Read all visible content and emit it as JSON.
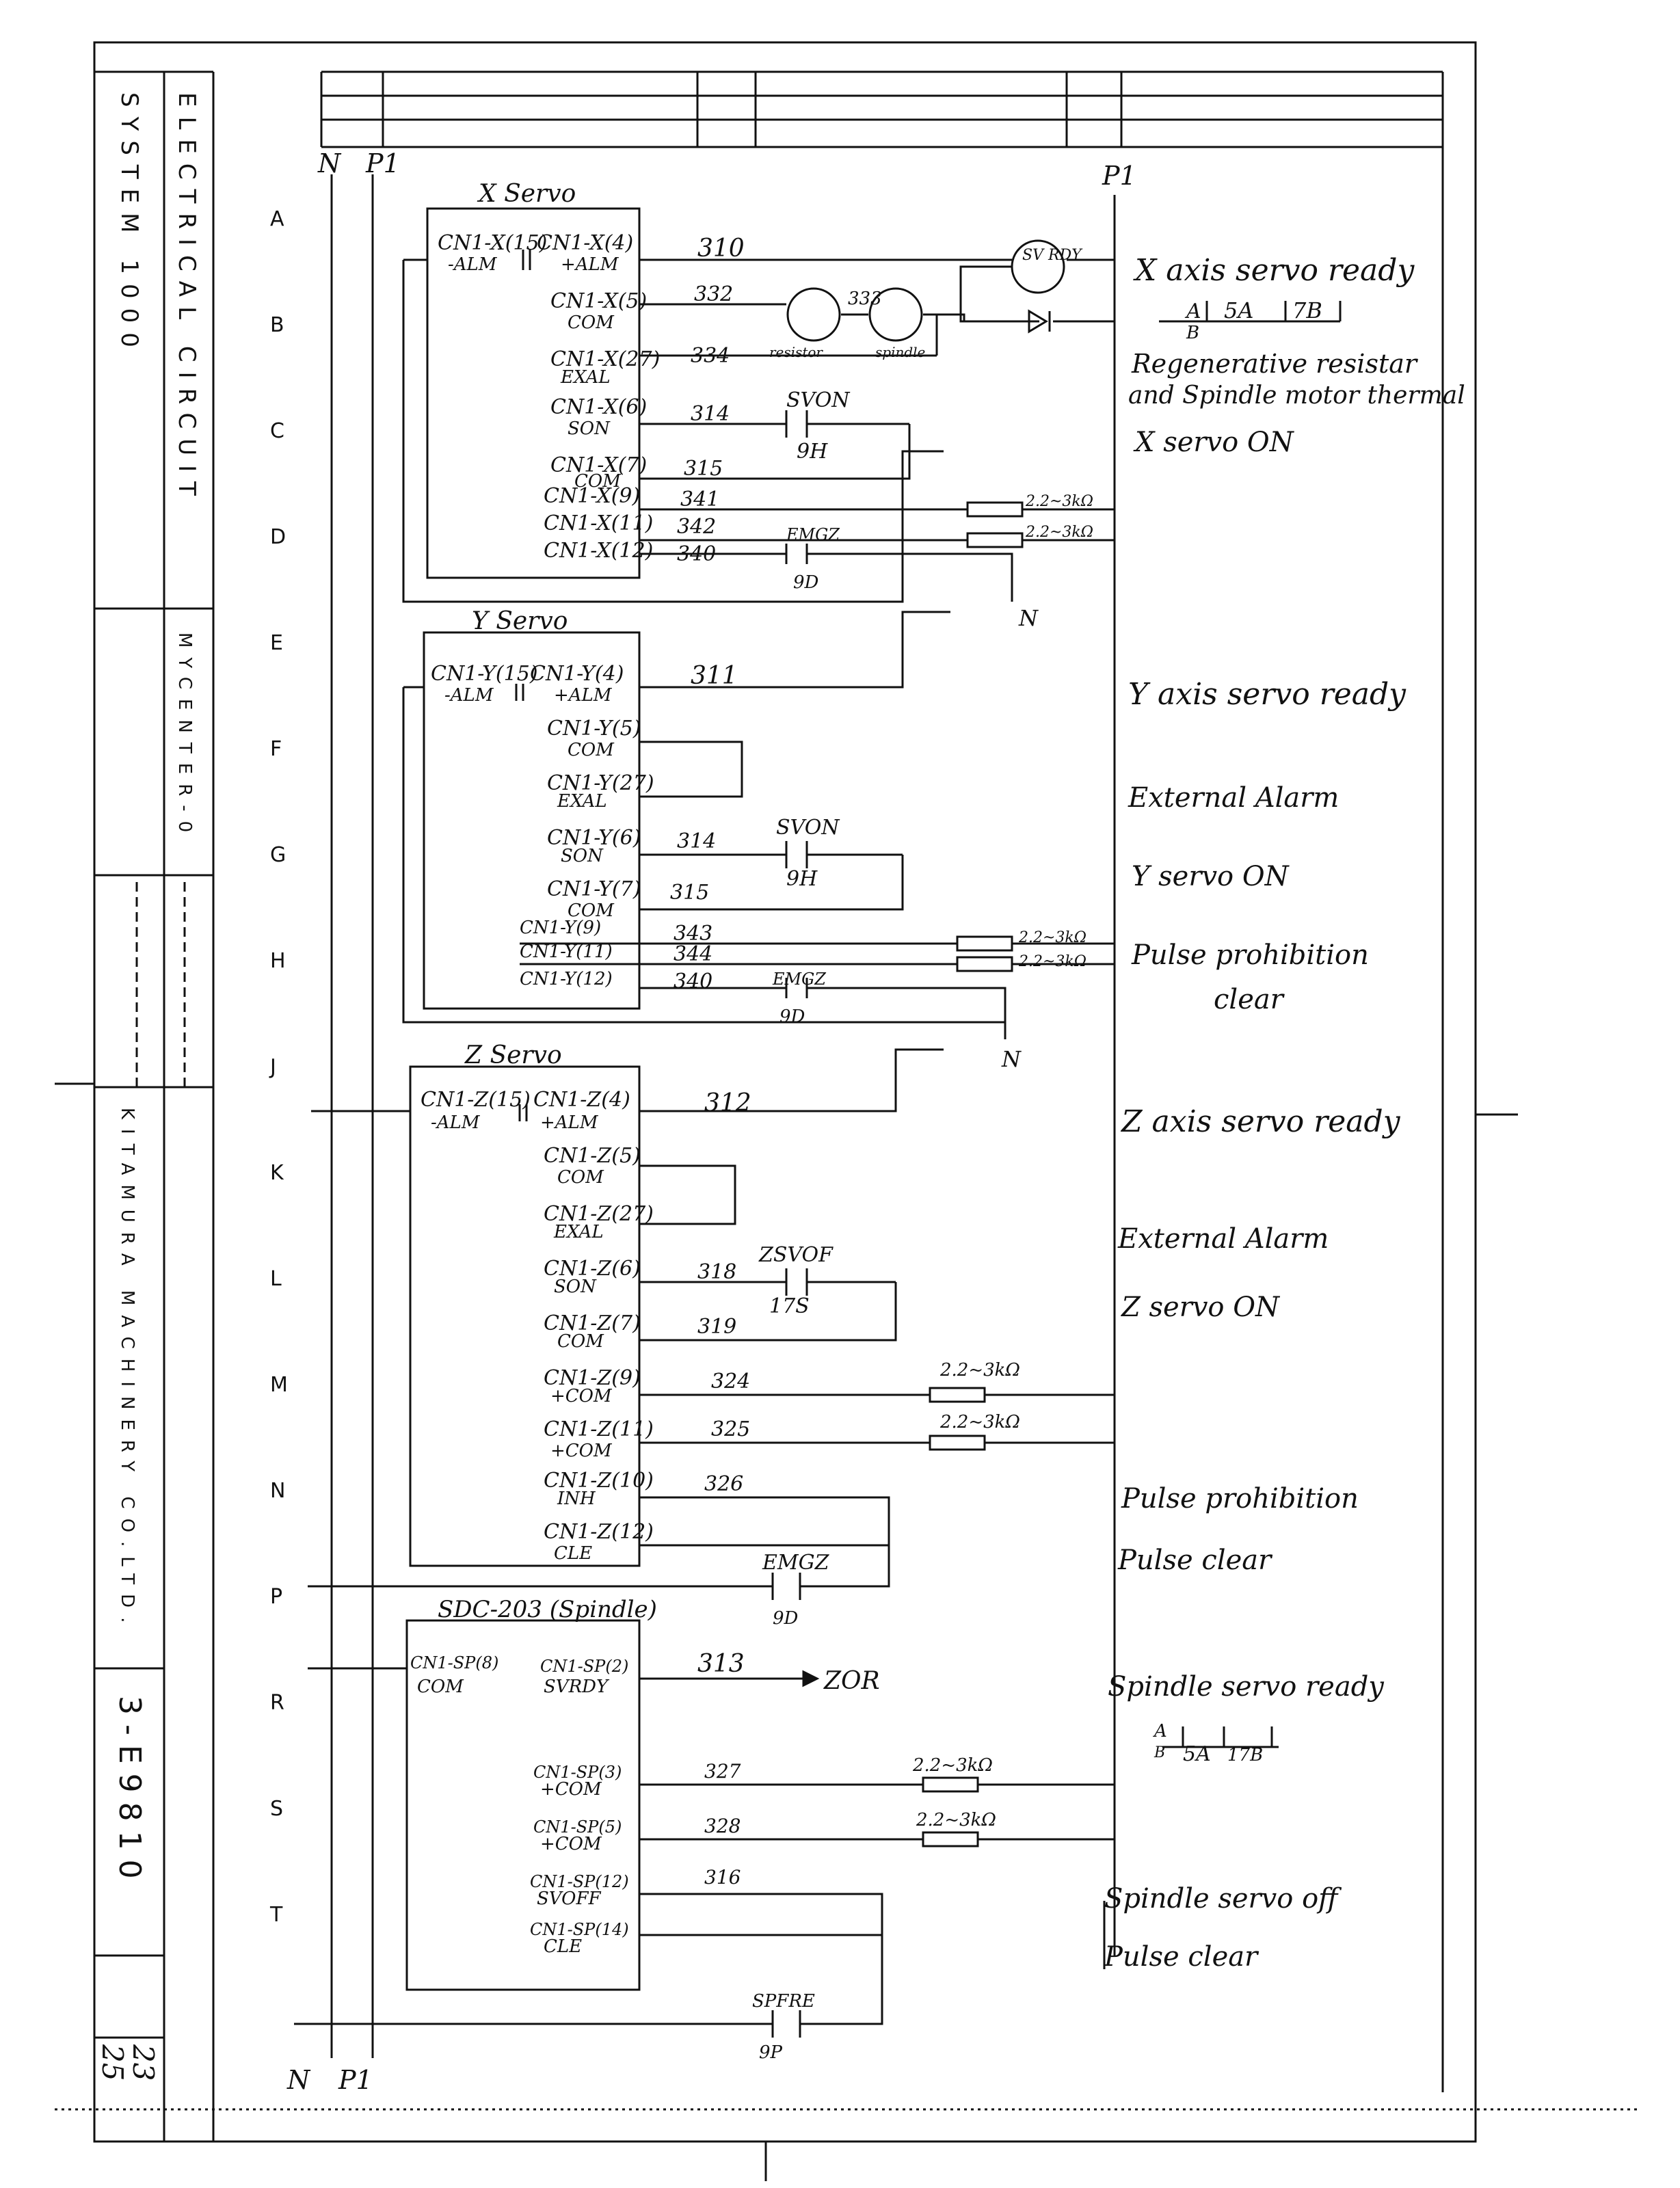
{
  "title_block": {
    "system": "SYSTEM 1000",
    "heading": "ELECTRICAL CIRCUIT",
    "model": "MYCENTER-0",
    "company": "KITAMURA MACHINERY CO.LTD.",
    "drawing_no": "3-E9810",
    "sheet_top": "23",
    "sheet_bottom": "25"
  },
  "rows": [
    "A",
    "B",
    "C",
    "D",
    "E",
    "F",
    "G",
    "H",
    "J",
    "K",
    "L",
    "M",
    "N",
    "P",
    "R",
    "S",
    "T"
  ],
  "rails": {
    "n_top": "N",
    "p1_top": "P1",
    "p1_right": "P1",
    "n_bottom": "N",
    "p1_bottom": "P1"
  },
  "x_servo": {
    "title": "X Servo",
    "pins": [
      {
        "name": "CN1-X(15)",
        "sub": "-ALM"
      },
      {
        "name": "CN1-X(4)",
        "sub": "+ALM"
      },
      {
        "name": "CN1-X(5)",
        "sub": "COM"
      },
      {
        "name": "CN1-X(27)",
        "sub": "EXAL"
      },
      {
        "name": "CN1-X(6)",
        "sub": "SON"
      },
      {
        "name": "CN1-X(7)",
        "sub": "COM"
      },
      {
        "name": "CN1-X(9)",
        "sub": ""
      },
      {
        "name": "CN1-X(11)",
        "sub": ""
      },
      {
        "name": "CN1-X(12)",
        "sub": ""
      }
    ],
    "wires": [
      "310",
      "332",
      "333",
      "334",
      "314",
      "315",
      "341",
      "342",
      "340"
    ],
    "relay": "SV RDY",
    "contact_svon": "SVON",
    "contact_svon_ref": "9H",
    "contact_emgz": "EMGZ",
    "contact_emgz_ref": "9D",
    "resistor_label": "resistor",
    "spindle_label": "spindle",
    "res1": "2.2~3kΩ",
    "res2": "2.2~3kΩ",
    "n": "N"
  },
  "y_servo": {
    "title": "Y Servo",
    "pins": [
      {
        "name": "CN1-Y(15)",
        "sub": "-ALM"
      },
      {
        "name": "CN1-Y(4)",
        "sub": "+ALM"
      },
      {
        "name": "CN1-Y(5)",
        "sub": "COM"
      },
      {
        "name": "CN1-Y(27)",
        "sub": "EXAL"
      },
      {
        "name": "CN1-Y(6)",
        "sub": "SON"
      },
      {
        "name": "CN1-Y(7)",
        "sub": "COM"
      },
      {
        "name": "CN1-Y(9)",
        "sub": ""
      },
      {
        "name": "CN1-Y(11)",
        "sub": ""
      },
      {
        "name": "CN1-Y(12)",
        "sub": ""
      }
    ],
    "wires": [
      "311",
      "314",
      "315",
      "343",
      "344",
      "340"
    ],
    "contact_svon": "SVON",
    "contact_svon_ref": "9H",
    "contact_emgz": "EMGZ",
    "contact_emgz_ref": "9D",
    "res1": "2.2~3kΩ",
    "res2": "2.2~3kΩ",
    "n": "N"
  },
  "z_servo": {
    "title": "Z Servo",
    "pins": [
      {
        "name": "CN1-Z(15)",
        "sub": "-ALM"
      },
      {
        "name": "CN1-Z(4)",
        "sub": "+ALM"
      },
      {
        "name": "CN1-Z(5)",
        "sub": "COM"
      },
      {
        "name": "CN1-Z(27)",
        "sub": "EXAL"
      },
      {
        "name": "CN1-Z(6)",
        "sub": "SON"
      },
      {
        "name": "CN1-Z(7)",
        "sub": "COM"
      },
      {
        "name": "CN1-Z(9)",
        "sub": "+COM"
      },
      {
        "name": "CN1-Z(11)",
        "sub": "+COM"
      },
      {
        "name": "CN1-Z(10)",
        "sub": "INH"
      },
      {
        "name": "CN1-Z(12)",
        "sub": "CLE"
      }
    ],
    "wires": [
      "312",
      "318",
      "319",
      "324",
      "325",
      "326"
    ],
    "contact_zsvof": "ZSVOF",
    "contact_zsvof_ref": "17S",
    "contact_emgz": "EMGZ",
    "contact_emgz_ref": "9D",
    "res1": "2.2~3kΩ",
    "res2": "2.2~3kΩ"
  },
  "spindle": {
    "title": "SDC-203 (Spindle)",
    "pins": [
      {
        "name": "CN1-SP(8)",
        "sub": "COM"
      },
      {
        "name": "CN1-SP(2)",
        "sub": "SVRDY"
      },
      {
        "name": "CN1-SP(3)",
        "sub": "+COM"
      },
      {
        "name": "CN1-SP(5)",
        "sub": "+COM"
      },
      {
        "name": "CN1-SP(12)",
        "sub": "SVOFF"
      },
      {
        "name": "CN1-SP(14)",
        "sub": "CLE"
      }
    ],
    "wires": [
      "313",
      "327",
      "328",
      "316"
    ],
    "zor": "ZOR",
    "contact_spfre": "SPFRE",
    "contact_spfre_ref": "9P",
    "res1": "2.2~3kΩ",
    "res2": "2.2~3kΩ"
  },
  "annotations": {
    "x_ready": "X axis servo ready",
    "x_ready_ref_top": "A",
    "x_ready_ref_bottom": "B",
    "x_ready_ref_a": "5A",
    "x_ready_ref_b": "7B",
    "regen": "Regenerative resistar",
    "regen2": "and Spindle motor thermal",
    "x_on": "X servo ON",
    "y_ready": "Y axis servo ready",
    "y_ext": "External Alarm",
    "y_on": "Y servo ON",
    "y_pulse": "Pulse prohibition",
    "y_clear": "clear",
    "z_ready": "Z axis servo ready",
    "z_ext": "External Alarm",
    "z_on": "Z servo ON",
    "z_pulse": "Pulse prohibition",
    "z_clear": "Pulse clear",
    "sp_ready": "Spindle servo ready",
    "sp_ref_top": "A",
    "sp_ref_bottom": "B",
    "sp_ref_a": "5A",
    "sp_ref_b": "17B",
    "sp_off": "Spindle servo off",
    "sp_clear": "Pulse clear"
  }
}
